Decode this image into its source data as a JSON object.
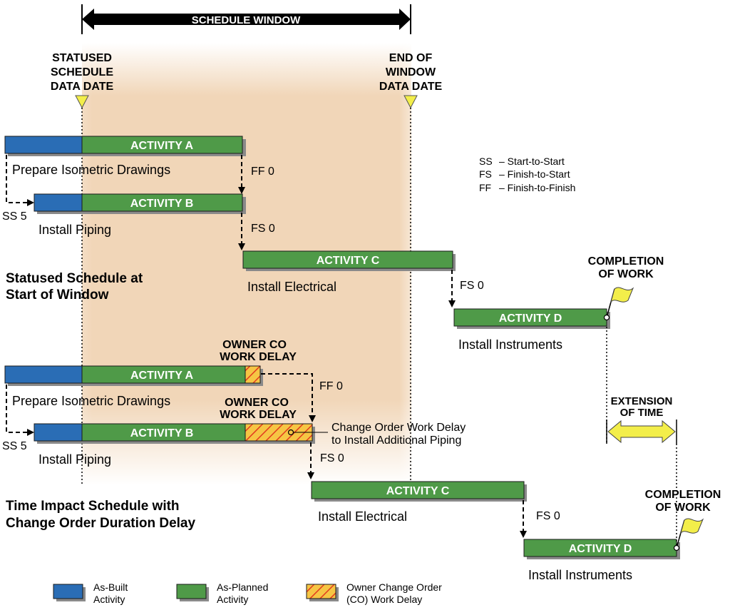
{
  "schedule_window": "SCHEDULE WINDOW",
  "data_dates": {
    "statused": [
      "STATUSED",
      "SCHEDULE",
      "DATA DATE"
    ],
    "end": [
      "END OF",
      "WINDOW",
      "DATA DATE"
    ]
  },
  "activity_labels": {
    "a": "ACTIVITY A",
    "b": "ACTIVITY B",
    "c": "ACTIVITY C",
    "d": "ACTIVITY D"
  },
  "activity_descriptions": {
    "a": "Prepare Isometric Drawings",
    "b": "Install Piping",
    "c": "Install Electrical",
    "d": "Install Instruments"
  },
  "relationships": {
    "ff0": "FF 0",
    "ss5": "SS 5",
    "fs0": "FS 0"
  },
  "relationship_key": [
    {
      "code": "SS",
      "text": "–  Start-to-Start"
    },
    {
      "code": "FS",
      "text": "–  Finish-to-Start"
    },
    {
      "code": "FF",
      "text": "–  Finish-to-Finish"
    }
  ],
  "sections": {
    "top": [
      "Statused Schedule at",
      "Start of Window"
    ],
    "bottom": [
      "Time Impact Schedule with",
      "Change Order Duration Delay"
    ]
  },
  "completion": [
    "COMPLETION",
    "OF WORK"
  ],
  "owner_co": [
    "OWNER CO",
    "WORK DELAY"
  ],
  "co_note": [
    "Change Order Work Delay",
    "to Install Additional Piping"
  ],
  "extension": [
    "EXTENSION",
    "OF TIME"
  ],
  "legend": [
    {
      "line1": "As-Built",
      "line2": "Activity",
      "color": "#2a6db5"
    },
    {
      "line1": "As-Planned",
      "line2": "Activity",
      "color": "#4f9a48"
    },
    {
      "line1": "Owner Change Order",
      "line2": "(CO) Work Delay",
      "color": "#f6c544"
    }
  ],
  "colors": {
    "as_built": "#2a6db5",
    "as_planned": "#4f9a48",
    "delay": "#f6c544",
    "window": "#f1d6b8",
    "flag": "#f3ee4a"
  }
}
